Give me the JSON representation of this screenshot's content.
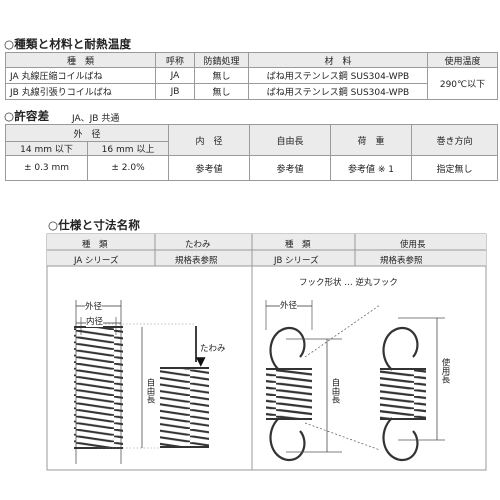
{
  "section1": {
    "title": "○種類と材料と耐熱温度",
    "headers": [
      "種　類",
      "呼称",
      "防錆処理",
      "材　料",
      "使用温度"
    ],
    "rows": [
      {
        "type": "JA 丸線圧縮コイルばね",
        "code": "JA",
        "rust": "無し",
        "material": "ばね用ステンレス鋼 SUS304-WPB"
      },
      {
        "type": "JB 丸線引張りコイルばね",
        "code": "JB",
        "rust": "無し",
        "material": "ばね用ステンレス鋼 SUS304-WPB"
      }
    ],
    "temp": "290℃以下"
  },
  "section2": {
    "title": "○許容差",
    "subtitle": "JA、JB 共通",
    "outer_header": "外　径",
    "sub_headers": [
      "14 mm 以下",
      "16 mm 以上"
    ],
    "headers": [
      "内　径",
      "自由長",
      "荷　重",
      "巻き方向"
    ],
    "values": [
      "± 0.3 mm",
      "± 2.0%",
      "参考値",
      "参考値",
      "参考値 ※ 1",
      "指定無し"
    ]
  },
  "section3": {
    "title": "○仕様と寸法名称",
    "left_headers": [
      "種　類",
      "たわみ"
    ],
    "left_values": [
      "JA シリーズ",
      "規格表参照"
    ],
    "right_headers": [
      "種　類",
      "使用長"
    ],
    "right_values": [
      "JB シリーズ",
      "規格表参照"
    ]
  },
  "diagram": {
    "outer_diameter": "外径",
    "inner_diameter": "内径",
    "deflection": "たわみ",
    "free_length": "自由長",
    "hook_shape": "フック形状 … 逆丸フック",
    "use_length": "使用長"
  }
}
